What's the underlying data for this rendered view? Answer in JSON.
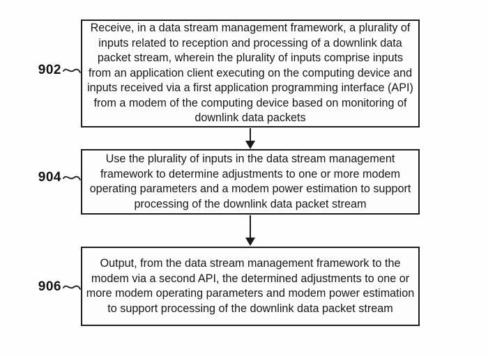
{
  "figure": {
    "type": "flowchart",
    "background_color": "#fefefe",
    "line_color": "#1a1a1a",
    "steps": [
      {
        "ref": "902",
        "connector_icon": "tilde-connector-icon",
        "text": "Receive, in a data stream management framework, a plurality of inputs related to reception and processing of a downlink data packet stream, wherein the plurality of inputs comprise inputs from an application client executing on the computing device and inputs received via a first application programming interface (API) from a modem of the computing device based on monitoring of downlink data packets"
      },
      {
        "ref": "904",
        "connector_icon": "tilde-connector-icon",
        "text": "Use the plurality of inputs in the data stream management framework to determine adjustments to one or more modem operating parameters and a modem power estimation to support processing of the downlink data packet stream"
      },
      {
        "ref": "906",
        "connector_icon": "tilde-connector-icon",
        "text": "Output, from the data stream management framework to the modem via a second API, the determined adjustments to one or more modem operating parameters and modem power estimation to support processing of the downlink data packet stream"
      }
    ]
  }
}
